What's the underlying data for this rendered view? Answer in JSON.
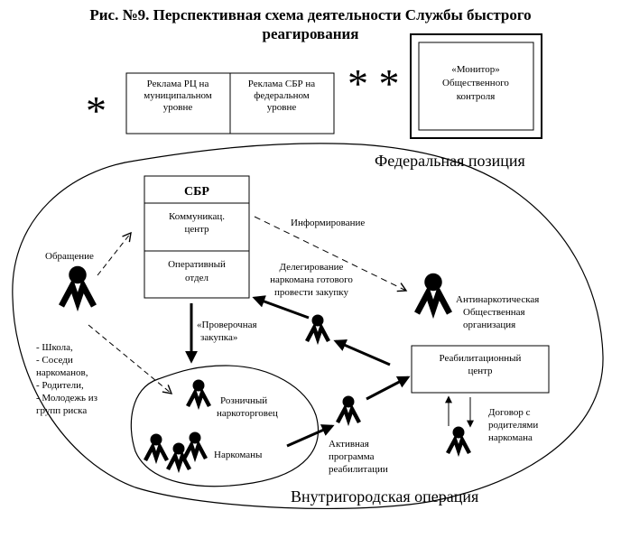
{
  "title": {
    "line1": "Рис. №9. Перспективная схема деятельности Службы быстрого",
    "line2": "реагирования"
  },
  "stars": {
    "single": "*",
    "double": "* *"
  },
  "ads": {
    "rc": [
      "Реклама РЦ на",
      "муниципальном",
      "уровне"
    ],
    "sbr": [
      "Реклама СБР на",
      "федеральном",
      "уровне"
    ]
  },
  "monitor": [
    "«Монитор»",
    "Общественного",
    "контроля"
  ],
  "regions": {
    "federal": "Федеральная позиция",
    "city": "Внутригородская операция"
  },
  "sbr": {
    "title": "СБР",
    "comm": [
      "Коммуникац.",
      "центр"
    ],
    "ops": [
      "Оперативный",
      "отдел"
    ]
  },
  "labels": {
    "appeal": "Обращение",
    "informing": "Информирование",
    "delegation": [
      "Делегирование",
      "наркомана готового",
      "провести закупку"
    ],
    "antidrug": [
      "Антинаркотическая",
      "Общественная",
      "организация"
    ],
    "check": [
      "«Проверочная",
      "закупка»"
    ],
    "sources": [
      "- Школа,",
      "- Соседи",
      "наркоманов,",
      "- Родители,",
      "- Молодежь из",
      "групп риска"
    ],
    "dealer": [
      "Розничный",
      "наркоторговец"
    ],
    "addicts": "Наркоманы",
    "rehab_center": [
      "Реабилитационный",
      "центр"
    ],
    "program": [
      "Активная",
      "программа",
      "реабилитации"
    ],
    "contract": [
      "Договор с",
      "родителями",
      "наркомана"
    ]
  }
}
